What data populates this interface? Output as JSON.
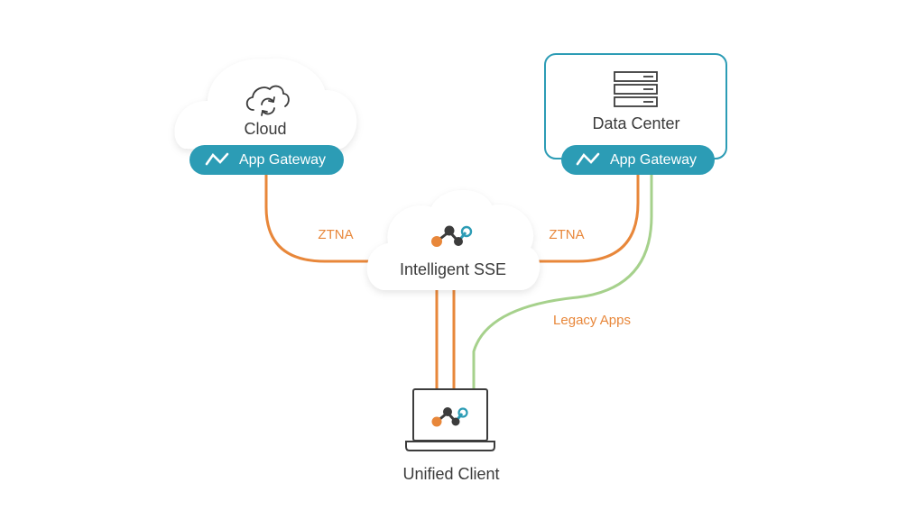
{
  "colors": {
    "teal": "#2c9cb5",
    "orange": "#e8873a",
    "green": "#a6d18c",
    "dark": "#3c3c3c",
    "text": "#3a3a3a"
  },
  "nodes": {
    "cloud": {
      "title": "Cloud",
      "icon": "cloud-sync-icon",
      "gateway_label": "App Gateway"
    },
    "data_center": {
      "title": "Data Center",
      "icon": "server-rack-icon",
      "gateway_label": "App Gateway"
    },
    "sse": {
      "title": "Intelligent SSE",
      "icon": "network-nodes-icon"
    },
    "client": {
      "title": "Unified Client",
      "icon": "laptop-icon"
    }
  },
  "connections": {
    "ztna_left": "ZTNA",
    "ztna_right": "ZTNA",
    "legacy": "Legacy Apps"
  }
}
